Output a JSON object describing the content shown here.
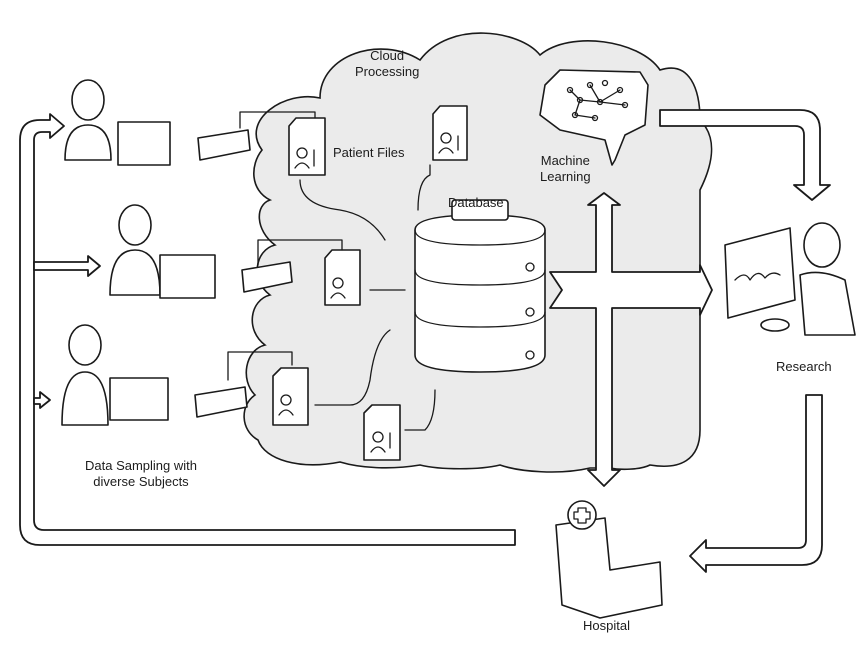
{
  "diagram": {
    "labels": {
      "cloud": "Cloud\nProcessing",
      "cloud_line1": "Cloud",
      "cloud_line2": "Processing",
      "patient_files": "Patient Files",
      "database": "Database",
      "ml_line1": "Machine",
      "ml_line2": "Learning",
      "research": "Research",
      "hospital": "Hospital",
      "sampling_line1": "Data Sampling with",
      "sampling_line2": "diverse Subjects"
    },
    "nodes": [
      {
        "id": "subjects",
        "name": "Data Sampling with diverse Subjects",
        "count": 3
      },
      {
        "id": "patient-files",
        "name": "Patient Files"
      },
      {
        "id": "database",
        "name": "Database"
      },
      {
        "id": "machine-learning",
        "name": "Machine Learning"
      },
      {
        "id": "research",
        "name": "Research"
      },
      {
        "id": "hospital",
        "name": "Hospital"
      },
      {
        "id": "cloud",
        "name": "Cloud Processing"
      }
    ],
    "edges": [
      {
        "from": "subjects",
        "to": "patient-files"
      },
      {
        "from": "patient-files",
        "to": "database"
      },
      {
        "from": "database",
        "to": "machine-learning"
      },
      {
        "from": "database",
        "to": "research"
      },
      {
        "from": "database",
        "to": "hospital"
      },
      {
        "from": "machine-learning",
        "to": "research"
      },
      {
        "from": "research",
        "to": "hospital"
      },
      {
        "from": "hospital",
        "to": "subjects"
      }
    ],
    "colors": {
      "cloud_fill": "#ebebeb",
      "line": "#1a1a1a",
      "background": "#ffffff"
    }
  }
}
